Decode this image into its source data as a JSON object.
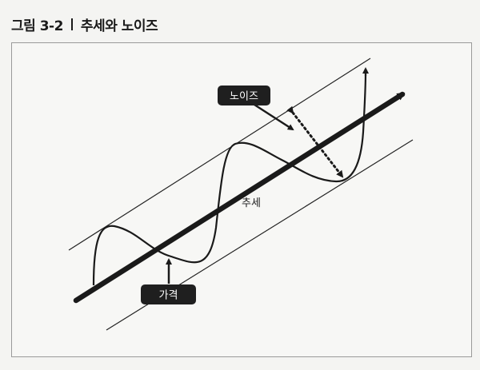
{
  "caption": {
    "number": "그림 3-2",
    "title": "추세와 노이즈"
  },
  "labels": {
    "noise": "노이즈",
    "price": "가격",
    "trend": "추세"
  },
  "colors": {
    "ink": "#1a1a1a",
    "label_bg": "#1f1f1f",
    "label_text": "#ffffff",
    "channel_line": "#222222"
  }
}
